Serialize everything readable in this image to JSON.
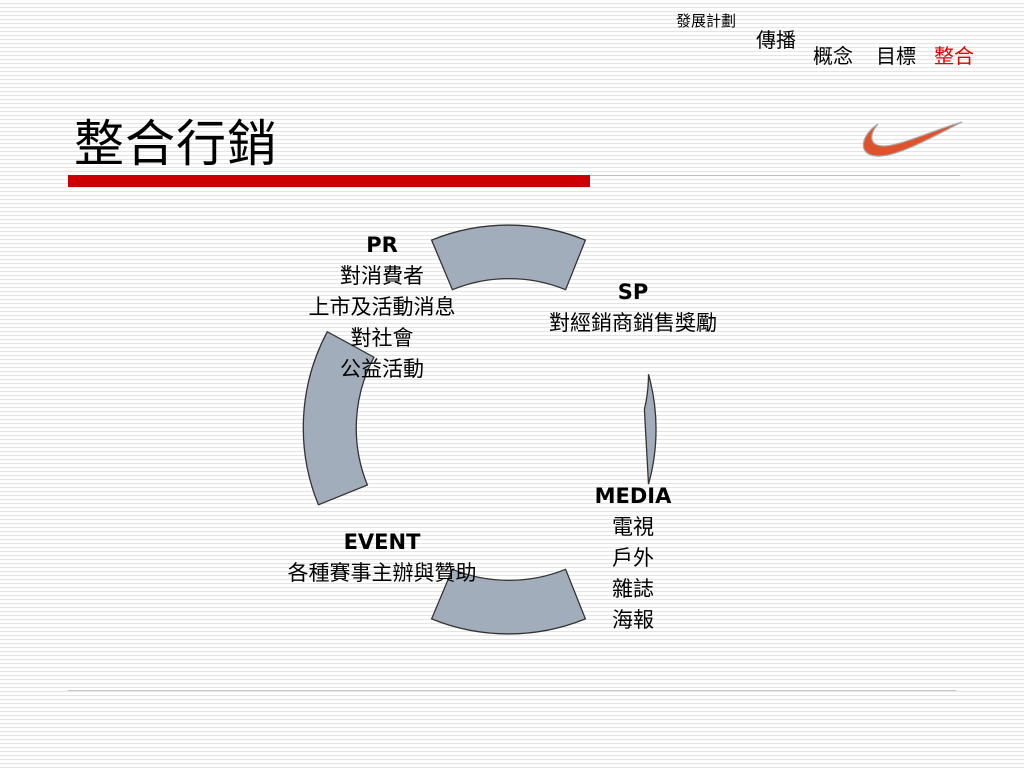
{
  "nav": {
    "plan": "發展計劃",
    "spread": "傳播",
    "concept": "概念",
    "goal": "目標",
    "integrate": "整合"
  },
  "title": "整合行銷",
  "cycle": {
    "pr": {
      "heading": "PR",
      "lines": [
        "對消費者",
        "上市及活動消息",
        "對社會",
        "公益活動"
      ]
    },
    "sp": {
      "heading": "SP",
      "lines": [
        "對經銷商銷售獎勵"
      ]
    },
    "media": {
      "heading": "MEDIA",
      "lines": [
        "電視",
        "戶外",
        "雜誌",
        "海報"
      ]
    },
    "event": {
      "heading": "EVENT",
      "lines": [
        "各種賽事主辦與贊助"
      ]
    }
  },
  "colors": {
    "accent_red": "#cc0000",
    "nav_active": "#e00000",
    "arc_fill": "#a2adbb",
    "logo_orange": "#e0532a"
  },
  "icons": {
    "logo": "swoosh-logo-icon"
  }
}
